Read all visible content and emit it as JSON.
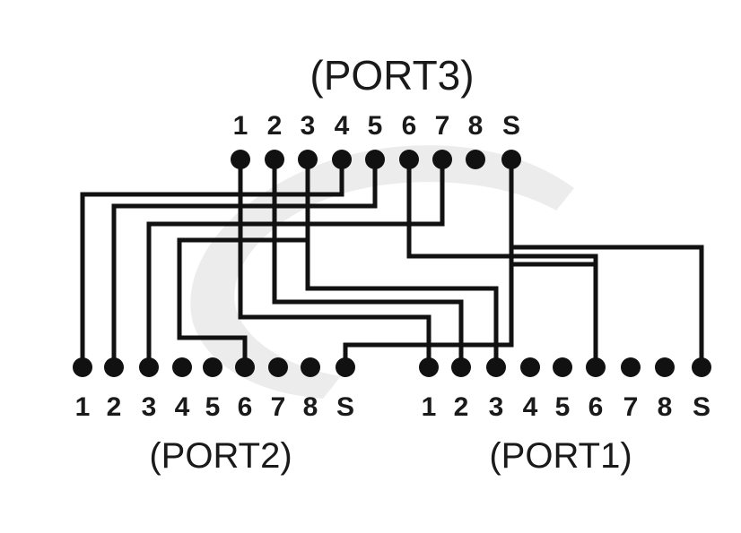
{
  "ports": [
    {
      "id": "port3",
      "title": "(PORT3)",
      "pins": [
        "1",
        "2",
        "3",
        "4",
        "5",
        "6",
        "7",
        "8",
        "S"
      ]
    },
    {
      "id": "port2",
      "title": "(PORT2)",
      "pins": [
        "1",
        "2",
        "3",
        "4",
        "5",
        "6",
        "7",
        "8",
        "S"
      ]
    },
    {
      "id": "port1",
      "title": "(PORT1)",
      "pins": [
        "1",
        "2",
        "3",
        "4",
        "5",
        "6",
        "7",
        "8",
        "S"
      ]
    }
  ],
  "colors": {
    "ink": "#111111",
    "background": "#ffffff",
    "watermark": "#ececec"
  }
}
